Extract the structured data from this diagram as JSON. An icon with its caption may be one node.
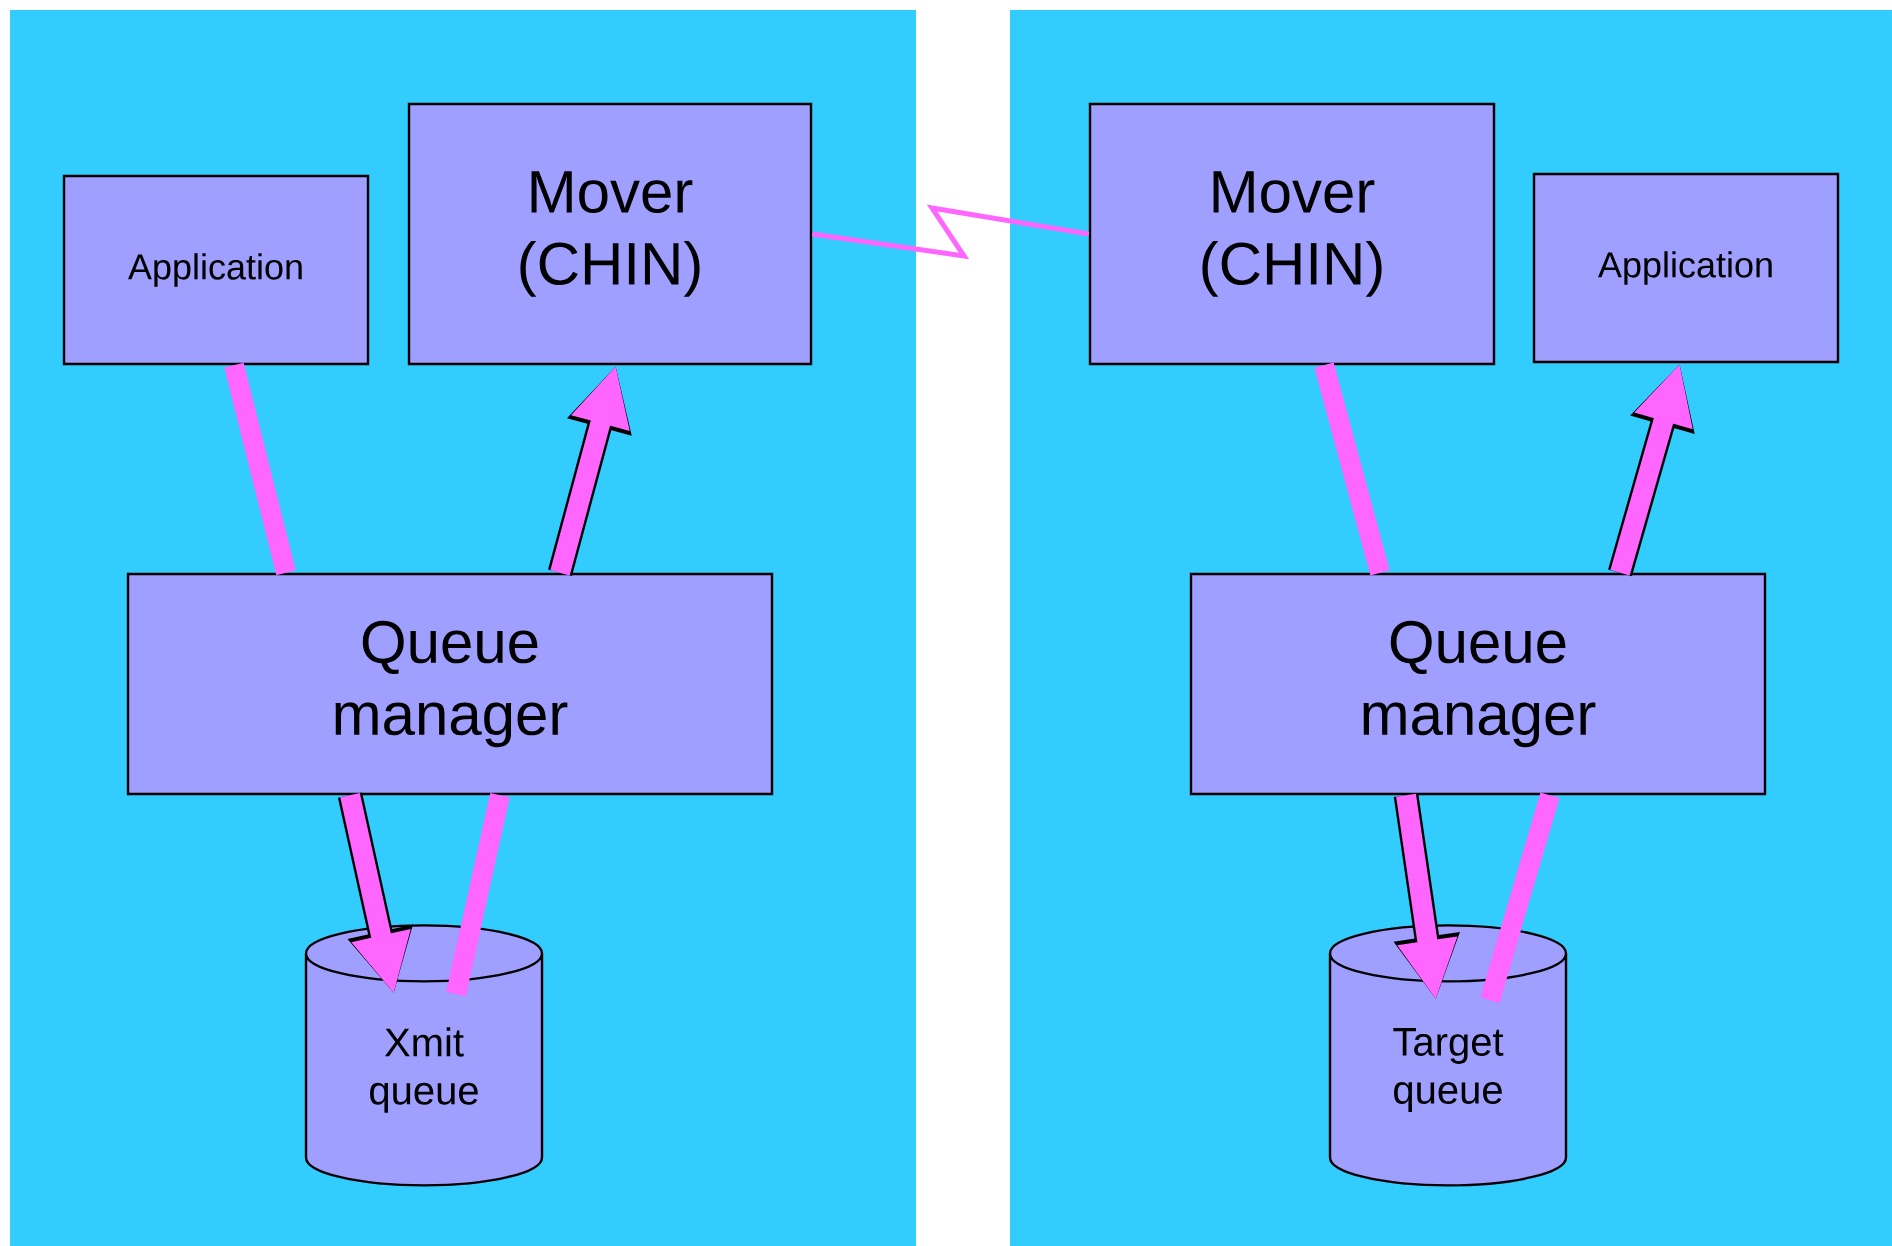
{
  "diagram": {
    "nodes": [
      {
        "text": [
          "Application"
        ]
      },
      {
        "text": [
          "Mover (CHIN)"
        ]
      },
      {
        "text": [
          "Queue manager"
        ]
      },
      {
        "text": [
          "Xmit queue"
        ]
      },
      {
        "text": [
          "Mover (CHIN)"
        ]
      },
      {
        "text": [
          "Application"
        ]
      },
      {
        "text": [
          "Queue manager"
        ]
      },
      {
        "text": [
          "Target queue"
        ]
      }
    ],
    "edges": [
      {
        "from": 0,
        "to": 2,
        "arrow": "none",
        "color": "#ff66ff"
      },
      {
        "from": 2,
        "to": 3,
        "arrow": "to",
        "color": "#ff66ff"
      },
      {
        "from": 3,
        "to": 2,
        "arrow": "none",
        "color": "#ff66ff"
      },
      {
        "from": 2,
        "to": 1,
        "arrow": "to",
        "color": "#ff66ff"
      },
      {
        "from": 1,
        "to": 4,
        "arrow": "none",
        "color": "#ff66ff"
      },
      {
        "from": 4,
        "to": 6,
        "arrow": "none",
        "color": "#ff66ff"
      },
      {
        "from": 6,
        "to": 7,
        "arrow": "to",
        "color": "#ff66ff"
      },
      {
        "from": 7,
        "to": 6,
        "arrow": "none",
        "color": "#ff66ff"
      },
      {
        "from": 6,
        "to": 5,
        "arrow": "to",
        "color": "#ff66ff"
      }
    ]
  }
}
